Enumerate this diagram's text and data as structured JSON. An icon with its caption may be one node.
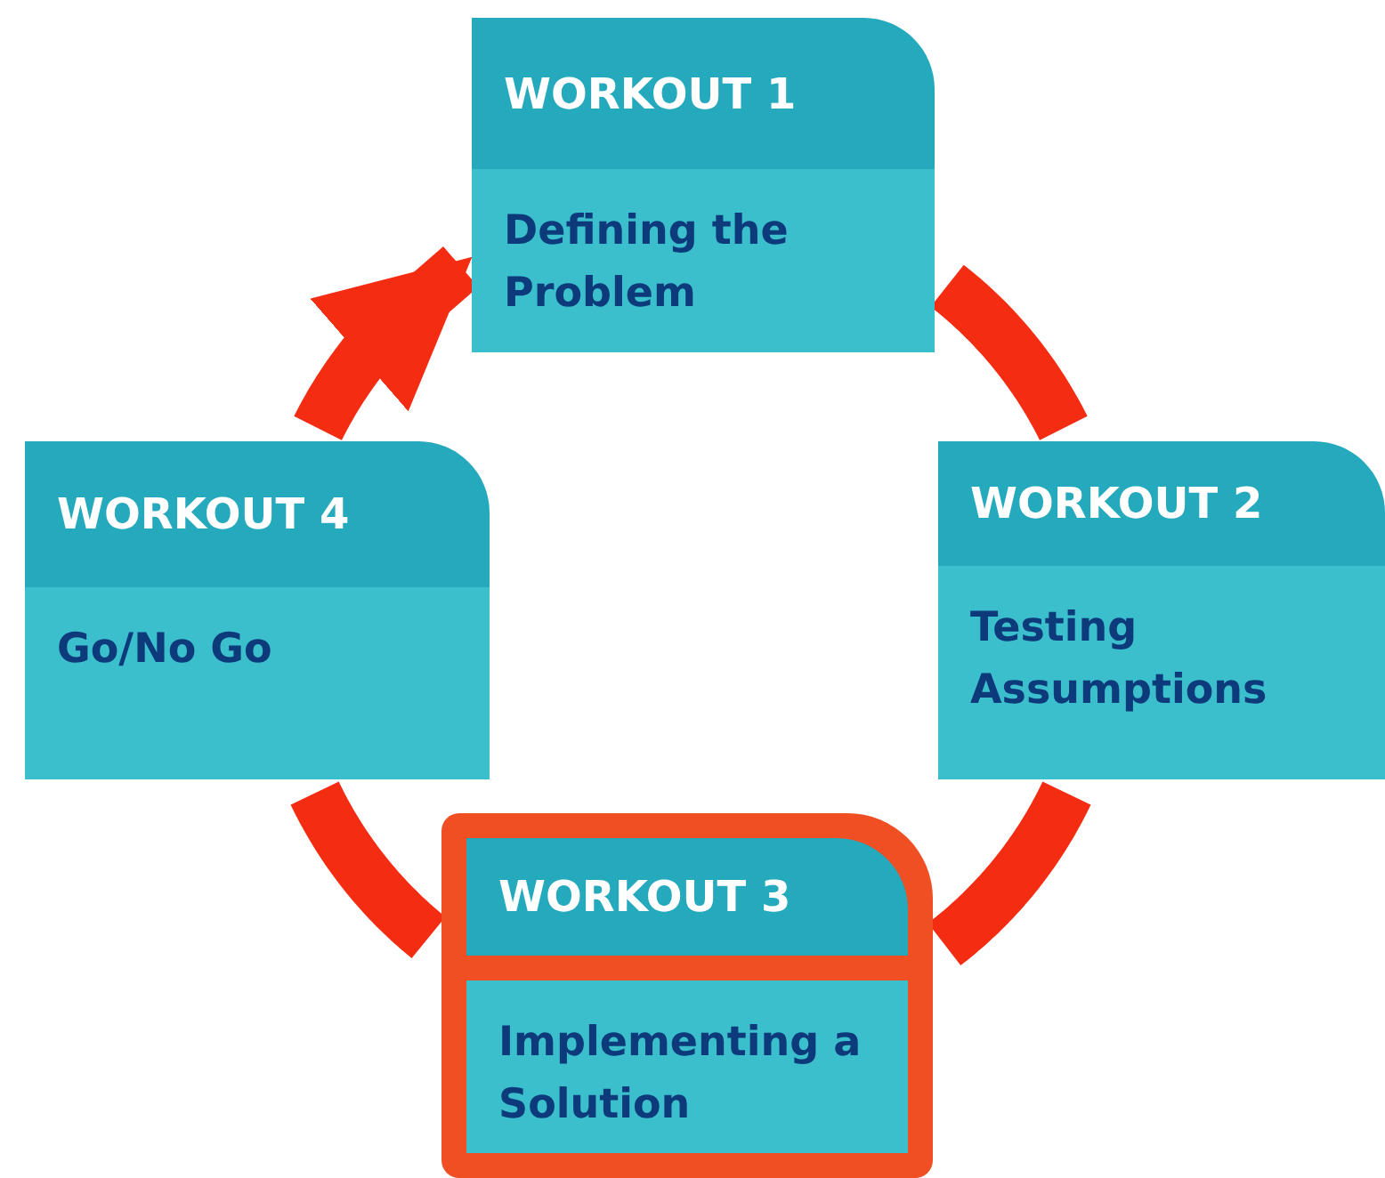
{
  "diagram": {
    "nodes": [
      {
        "text": [
          "WORKOUT 1",
          "Defining the Problem"
        ]
      },
      {
        "text": [
          "WORKOUT 2",
          "Testing Assumptions"
        ]
      },
      {
        "text": [
          "WORKOUT 3",
          "Implementing a Solution"
        ]
      },
      {
        "text": [
          "WORKOUT 4",
          "Go/No Go"
        ]
      }
    ],
    "edges": [
      {
        "from": 0,
        "to": 1,
        "arrow": "none"
      },
      {
        "from": 1,
        "to": 2,
        "arrow": "none"
      },
      {
        "from": 2,
        "to": 3,
        "arrow": "none"
      },
      {
        "from": 3,
        "to": 0,
        "arrow": "to"
      }
    ]
  }
}
